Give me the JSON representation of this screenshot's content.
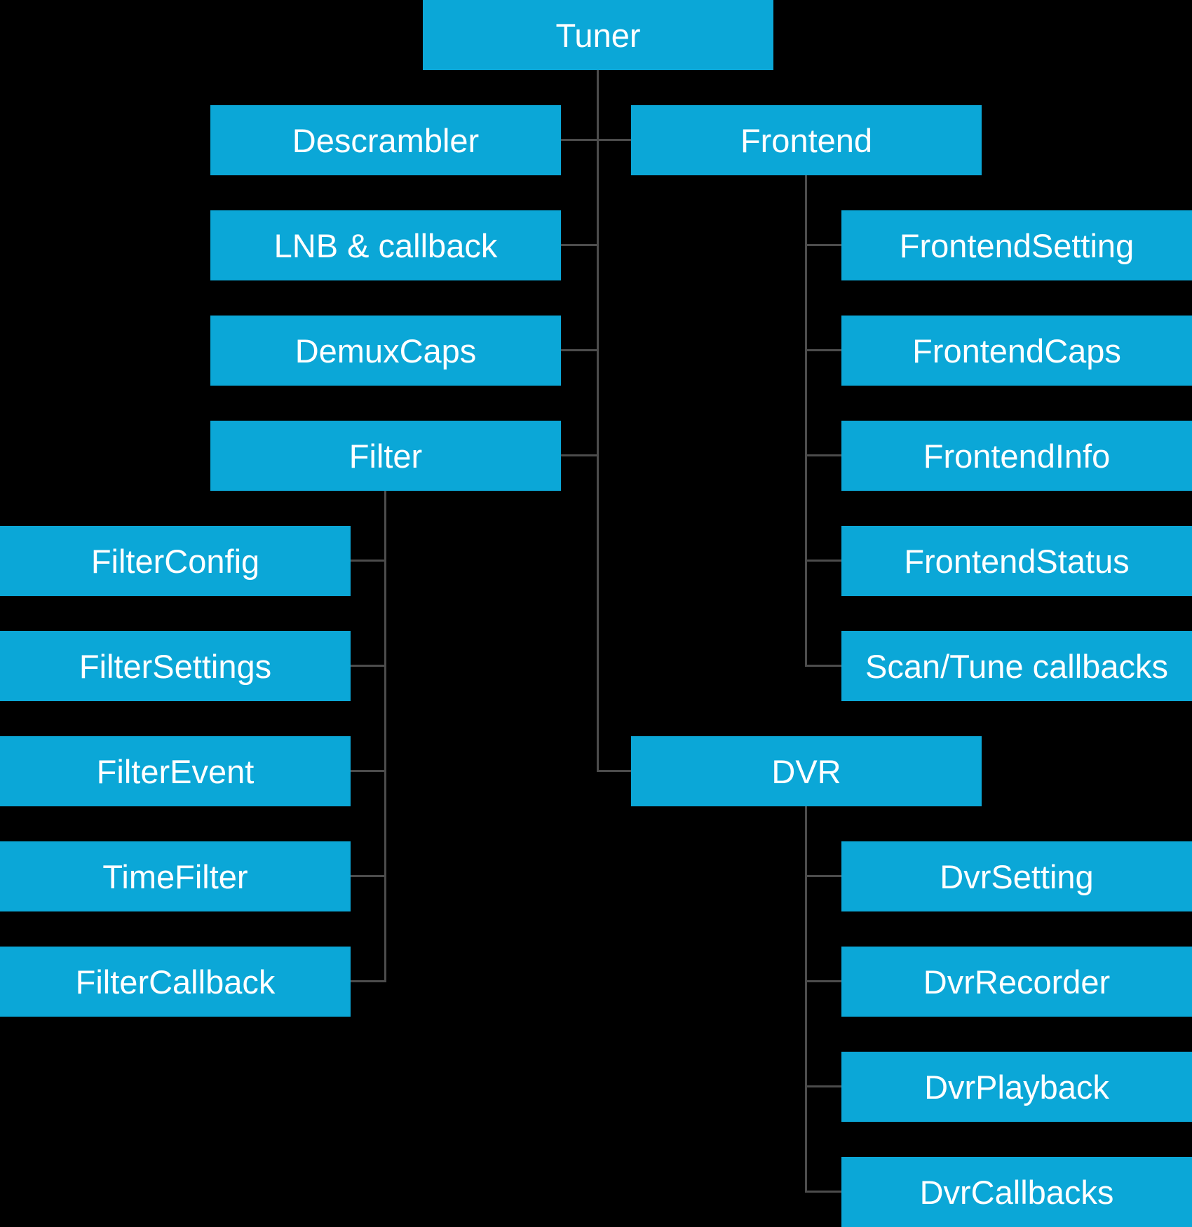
{
  "diagram": {
    "type": "tree",
    "colors": {
      "background": "#000000",
      "box": "#0BA7D7",
      "line": "#4C4C4C",
      "text": "#FFFFFF"
    },
    "nodes": {
      "tuner": "Tuner",
      "descrambler": "Descrambler",
      "lnb_callback": "LNB & callback",
      "demux_caps": "DemuxCaps",
      "filter": "Filter",
      "filter_config": "FilterConfig",
      "filter_settings": "FilterSettings",
      "filter_event": "FilterEvent",
      "time_filter": "TimeFilter",
      "filter_callback": "FilterCallback",
      "frontend": "Frontend",
      "frontend_setting": "FrontendSetting",
      "frontend_caps": "FrontendCaps",
      "frontend_info": "FrontendInfo",
      "frontend_status": "FrontendStatus",
      "scan_tune_callbacks": "Scan/Tune callbacks",
      "dvr": "DVR",
      "dvr_setting": "DvrSetting",
      "dvr_recorder": "DvrRecorder",
      "dvr_playback": "DvrPlayback",
      "dvr_callbacks": "DvrCallbacks"
    },
    "tree": {
      "Tuner": [
        "Descrambler",
        "LNB & callback",
        "DemuxCaps",
        "Filter",
        "Frontend",
        "DVR"
      ],
      "Filter": [
        "FilterConfig",
        "FilterSettings",
        "FilterEvent",
        "TimeFilter",
        "FilterCallback"
      ],
      "Frontend": [
        "FrontendSetting",
        "FrontendCaps",
        "FrontendInfo",
        "FrontendStatus",
        "Scan/Tune callbacks"
      ],
      "DVR": [
        "DvrSetting",
        "DvrRecorder",
        "DvrPlayback",
        "DvrCallbacks"
      ]
    }
  }
}
